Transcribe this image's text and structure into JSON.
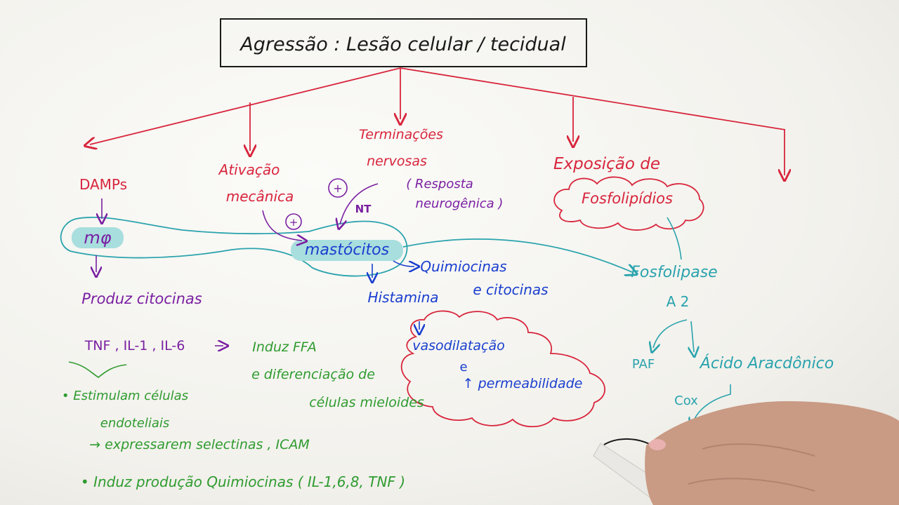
{
  "colors": {
    "red": "#d8253c",
    "purple": "#7a1fa2",
    "teal": "#2aa3ad",
    "blue": "#1a3ecf",
    "green": "#2f9b2f",
    "black": "#1a1a1a",
    "highlight": "#a8dede"
  },
  "title": "Agressão : Lesão celular / tecidual",
  "branches": {
    "damps": "DAMPs",
    "ativacao_line1": "Ativação",
    "ativacao_line2": "mecânica",
    "terminacoes_line1": "Terminações",
    "terminacoes_line2": "nervosas",
    "exposicao_line1": "Exposição de",
    "exposicao_line2": "Fosfolipídios"
  },
  "nodes": {
    "macrofago": "mφ",
    "mastocitos": "mastócitos",
    "plus_sign": "+",
    "resposta_line1": "( Resposta",
    "resposta_line2": "neurogênica )",
    "nt": "NT",
    "quimiocinas": "Quimiocinas",
    "histamina": "Histamina",
    "e_citocinas": "e citocinas",
    "fosfolipase_line1": "Fosfolipase",
    "fosfolipase_line2": "A 2",
    "paf": "PAF",
    "acido": "Ácido Aracdônico",
    "cox": "Cox"
  },
  "cytokines": {
    "produz": "Produz citocinas",
    "list": "TNF , IL-1 , IL-6",
    "induz_ffa": "Induz FFA",
    "diferenciacao_line1": "e diferenciação de",
    "diferenciacao_line2": "células mieloides",
    "estimulam_line1": "• Estimulam células",
    "estimulam_line2": "endoteliais",
    "expressao": "→ expressarem selectinas , ICAM",
    "induz_quimiocinas": "• Induz produção Quimiocinas ( IL-1,6,8, TNF )"
  },
  "cloud": {
    "line1": "vasodilatação",
    "line2": "e",
    "line3": "↑ permeabilidade"
  }
}
